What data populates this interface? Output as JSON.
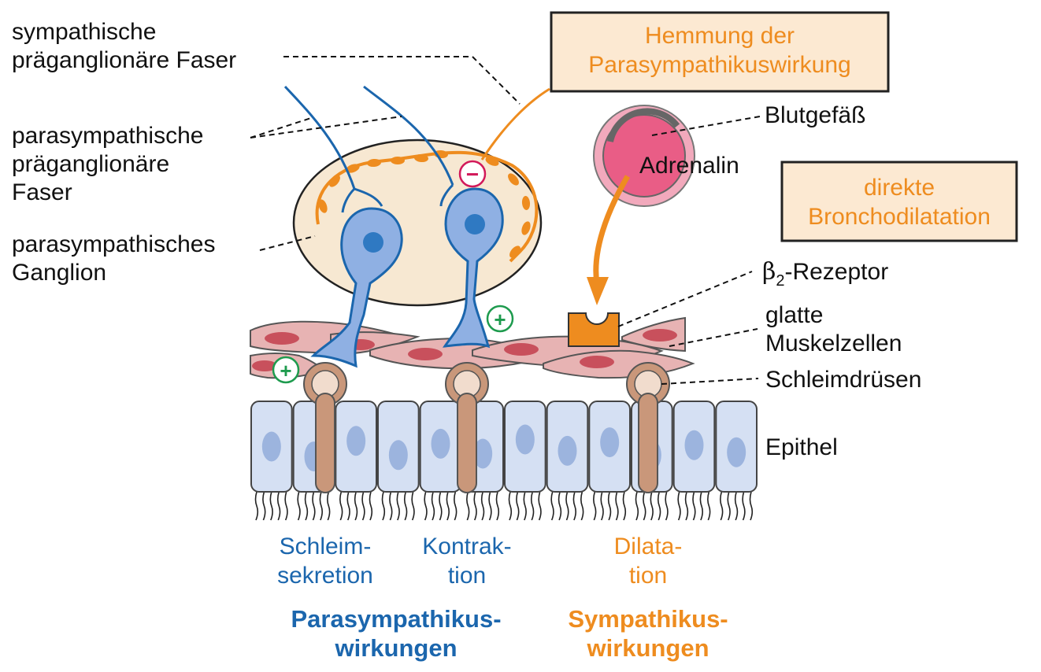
{
  "labels": {
    "sympathetic_fiber": [
      "sympathische",
      "präganglionäre Faser"
    ],
    "parasympathetic_fiber": [
      "parasympathische",
      "präganglionäre",
      "Faser"
    ],
    "ganglion": [
      "parasympathisches",
      "Ganglion"
    ],
    "blood_vessel": "Blutgefäß",
    "adrenalin": "Adrenalin",
    "beta2_symbol": "β",
    "beta2_sub": "2",
    "beta2_rest": "-Rezeptor",
    "smooth_muscle": [
      "glatte",
      "Muskelzellen"
    ],
    "mucous_glands": "Schleimdrüsen",
    "epithelium": "Epithel"
  },
  "boxes": {
    "inhibition": [
      "Hemmung der",
      "Parasympathikuswirkung"
    ],
    "bronchodilation": [
      "direkte",
      "Bronchodilatation"
    ]
  },
  "symbols": {
    "plus": "+",
    "minus": "−"
  },
  "effects": {
    "mucus": [
      "Schleim-",
      "sekretion"
    ],
    "contraction": [
      "Kontrak-",
      "tion"
    ],
    "dilation": [
      "Dilata-",
      "tion"
    ]
  },
  "groups": {
    "parasympathetic": [
      "Parasympathikus-",
      "wirkungen"
    ],
    "sympathetic": [
      "Sympathikus-",
      "wirkungen"
    ]
  },
  "colors": {
    "parasympathetic_blue": "#1b66ad",
    "sympathetic_orange": "#ee8c1f",
    "box_fill": "#fce9d2",
    "ganglion_fill": "#f7e8d2",
    "neuron_fill": "#8fb0e3",
    "muscle_fill": "#e7b3b3",
    "epithelium_fill": "#d5e0f3",
    "gland_fill": "#c9977a",
    "vessel_fill": "#e95d86",
    "receptor_fill": "#ee8c1f",
    "plus_green": "#1e9b4e",
    "minus_magenta": "#d2195a"
  }
}
